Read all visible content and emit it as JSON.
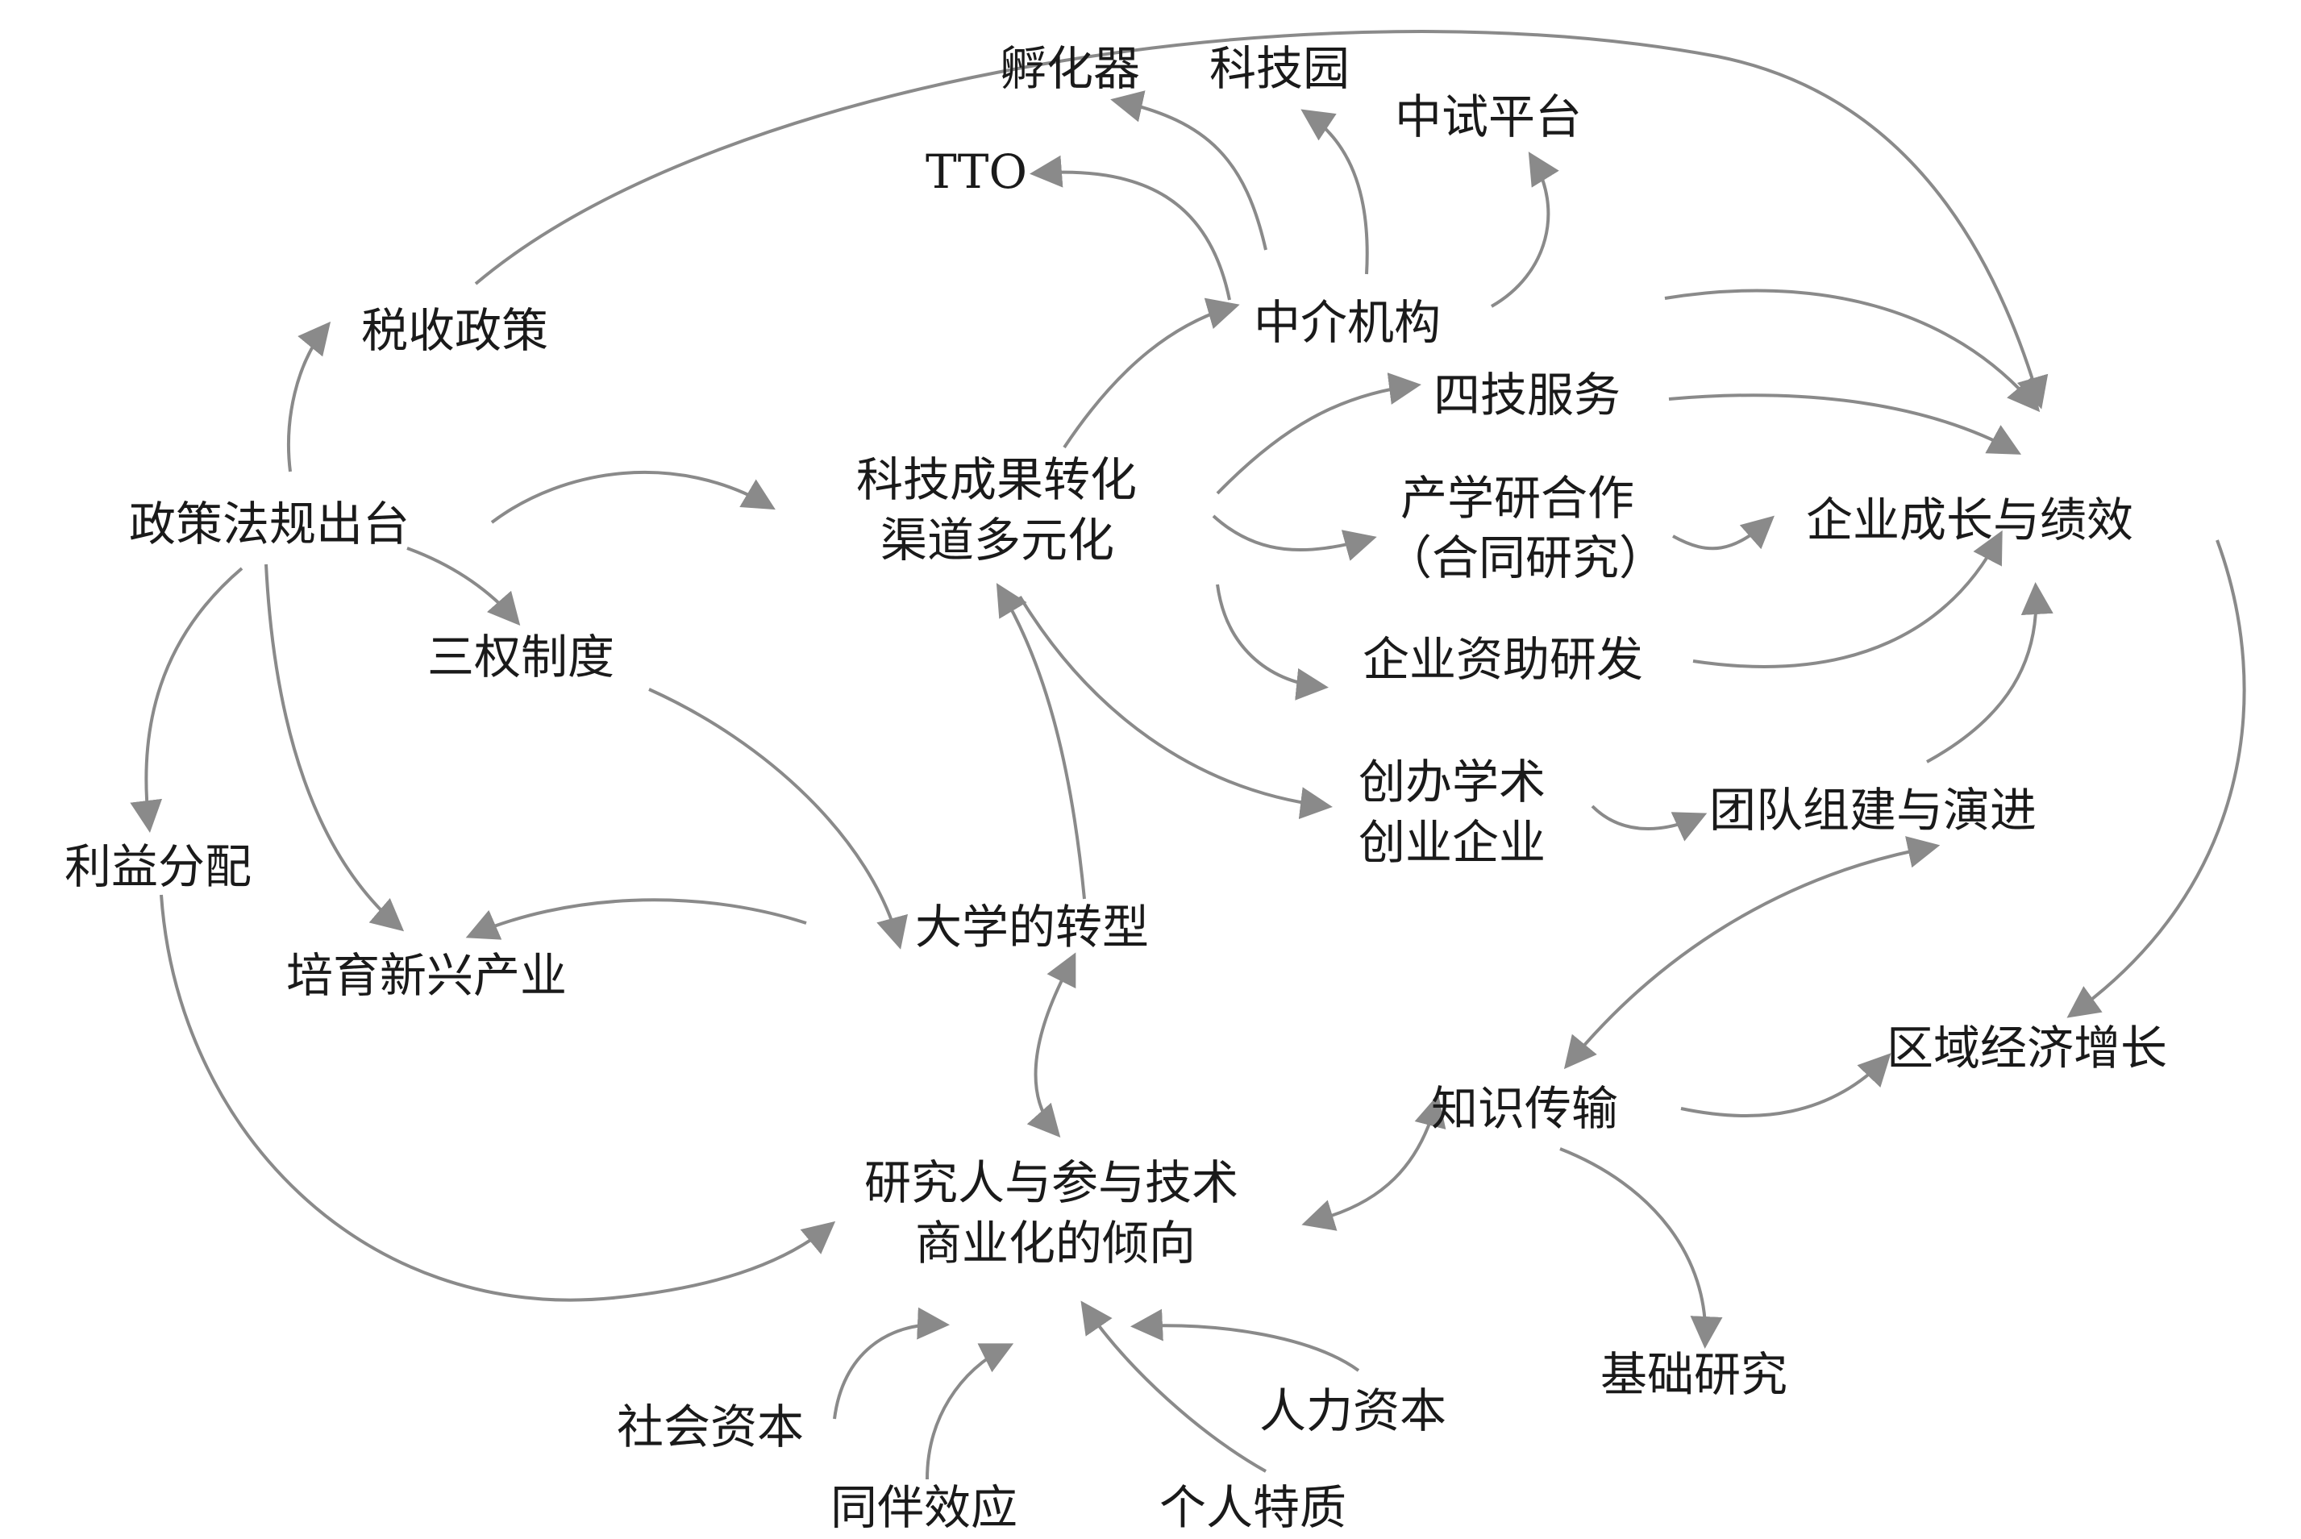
{
  "nodes": {
    "fuhuaqi": "孵化器",
    "kejiyuan": "科技园",
    "zhongshi": "中试平台",
    "tto": "TTO",
    "zhongjie": "中介机构",
    "shuishou": "税收政策",
    "sijifuwu": "四技服务",
    "zhengce": "政策法规出台",
    "kejichengguo_1": "科技成果转化",
    "kejichengguo_2": "渠道多元化",
    "chanxueyan_1": "产学研合作",
    "chanxueyan_2": "（合同研究）",
    "qiyechengzhang": "企业成长与绩效",
    "sanquan": "三权制度",
    "qiyezizhu": "企业资助研发",
    "chuangban_1": "创办学术",
    "chuangban_2": "创业企业",
    "tuandui": "团队组建与演进",
    "liyi": "利益分配",
    "daxue": "大学的转型",
    "peiyu": "培育新兴产业",
    "quyu": "区域经济增长",
    "zhishi": "知识传输",
    "yanjiuren_1": "研究人与参与技术",
    "yanjiuren_2": "商业化的倾向",
    "jichu": "基础研究",
    "shehui": "社会资本",
    "renli": "人力资本",
    "tongban": "同伴效应",
    "geren": "个人特质"
  },
  "colors": {
    "edge": "#8a8a8a",
    "text": "#1a1a1a"
  }
}
